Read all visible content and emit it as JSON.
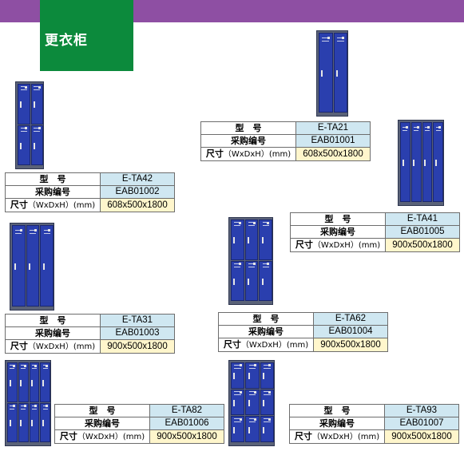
{
  "header": {
    "title": "更衣柜"
  },
  "labels": {
    "model": "型　号",
    "code": "采购编号",
    "size": "尺寸",
    "size_unit": "（WxDxH）(mm)"
  },
  "colors": {
    "topbar": "#8e4fa3",
    "title_bg": "#0c8a3c",
    "door": "#2a3fae",
    "value_cell": "#cfe7f1",
    "size_cell": "#fff6cc"
  },
  "products": [
    {
      "model": "E-TA21",
      "code": "EAB01001",
      "size": "608x500x1800"
    },
    {
      "model": "E-TA42",
      "code": "EAB01002",
      "size": "608x500x1800"
    },
    {
      "model": "E-TA41",
      "code": "EAB01005",
      "size": "900x500x1800"
    },
    {
      "model": "E-TA31",
      "code": "EAB01003",
      "size": "900x500x1800"
    },
    {
      "model": "E-TA62",
      "code": "EAB01004",
      "size": "900x500x1800"
    },
    {
      "model": "E-TA82",
      "code": "EAB01006",
      "size": "900x500x1800"
    },
    {
      "model": "E-TA93",
      "code": "EAB01007",
      "size": "900x500x1800"
    }
  ]
}
